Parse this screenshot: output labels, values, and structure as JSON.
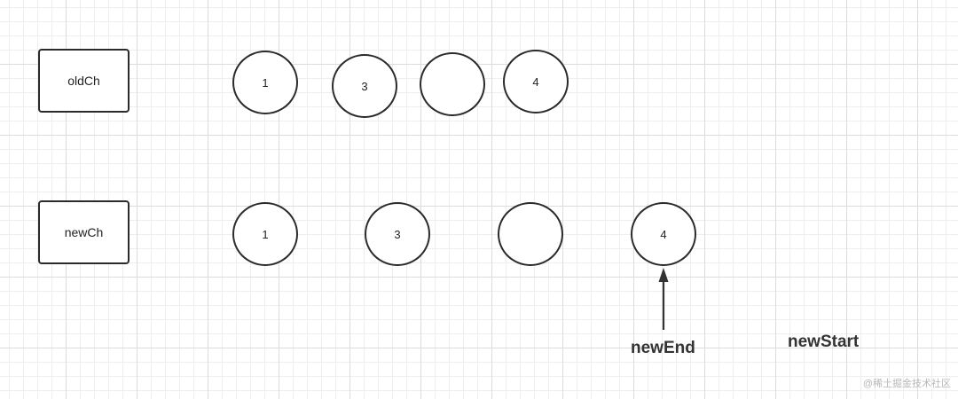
{
  "rows": {
    "old": {
      "label": "oldCh",
      "nodes": [
        "1",
        "3",
        "",
        "4"
      ]
    },
    "new": {
      "label": "newCh",
      "nodes": [
        "1",
        "3",
        "",
        "4"
      ]
    }
  },
  "pointers": {
    "new_end": "newEnd",
    "new_start": "newStart"
  },
  "watermark": "@稀土掘金技术社区"
}
